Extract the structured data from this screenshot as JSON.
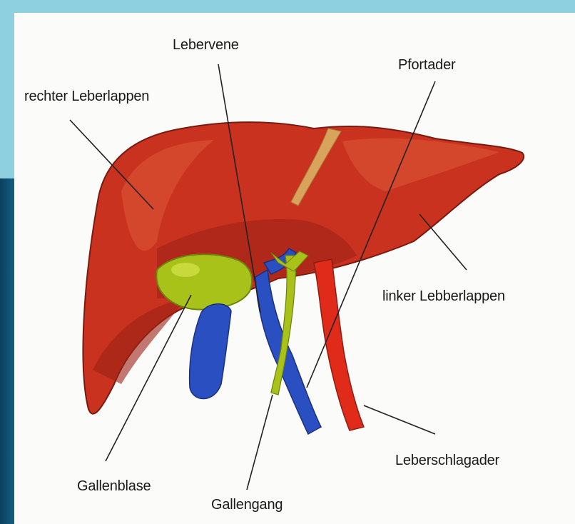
{
  "labels": {
    "right_lobe": "rechter Leberlappen",
    "hepatic_vein": "Lebervene",
    "portal_vein": "Pfortader",
    "left_lobe": "linker Lebberlappen",
    "hepatic_artery": "Leberschlagader",
    "gallbladder": "Gallenblase",
    "bile_duct": "Gallengang"
  },
  "colors": {
    "liver": "#c8321e",
    "liver_dark": "#8e1d12",
    "gallbladder": "#a8c21a",
    "vein": "#2a4fc0",
    "artery": "#e02a1a",
    "ligament": "#d8a35a"
  }
}
